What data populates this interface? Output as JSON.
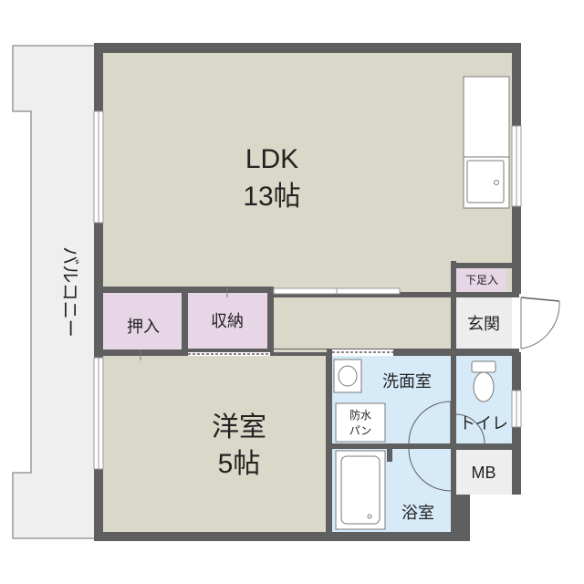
{
  "rooms": {
    "ldk": {
      "name": "LDK",
      "size": "13帖"
    },
    "western": {
      "name": "洋室",
      "size": "5帖"
    },
    "oshiire": "押入",
    "storage": "収納",
    "entrance": "玄関",
    "shoe_storage": "下足入",
    "washroom": "洗面室",
    "waterproof_pan_line1": "防水",
    "waterproof_pan_line2": "パン",
    "toilet": "トイレ",
    "bath": "浴室",
    "mb": "MB",
    "balcony": "バルコニー"
  },
  "colors": {
    "wall": "#5f5f5f",
    "ldk_floor": "#d9d8c9",
    "western_floor": "#d9d8c9",
    "closet": "#e6d6e6",
    "wet_area": "#d6eaf8",
    "balcony": "#efefef",
    "entrance": "#ededed"
  }
}
